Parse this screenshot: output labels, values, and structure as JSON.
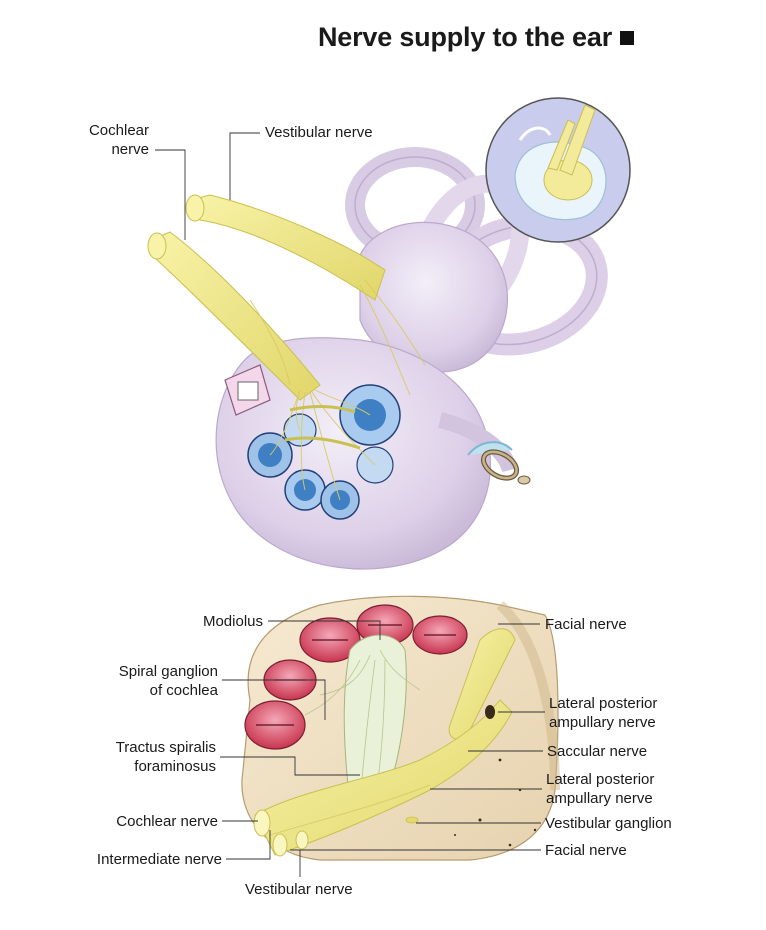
{
  "title": "Nerve supply to the ear",
  "colors": {
    "nerve": "#f2ec8a",
    "nerve_dark": "#c9c052",
    "labyrinth": "#e3d8ec",
    "labyrinth_shade": "#c7b6d6",
    "inset_bg": "#c9ccec",
    "bone": "#f1e3c8",
    "cochlea_red": "#d0435f",
    "accent_blue": "#3f7fc4"
  },
  "upper": {
    "cochlear_nerve": [
      "Cochlear",
      "nerve"
    ],
    "vestibular_nerve": "Vestibular nerve"
  },
  "lower": {
    "modiolus": "Modiolus",
    "spiral_ganglion": [
      "Spiral ganglion",
      "of cochlea"
    ],
    "tractus": [
      "Tractus spiralis",
      "foraminosus"
    ],
    "cochlear_nerve": "Cochlear nerve",
    "intermediate_nerve": "Intermediate nerve",
    "vestibular_nerve": "Vestibular nerve",
    "facial_nerve_top": "Facial nerve",
    "lat_post_amp_1": [
      "Lateral posterior",
      "ampullary nerve"
    ],
    "saccular_nerve": "Saccular nerve",
    "lat_post_amp_2": [
      "Lateral posterior",
      "ampullary nerve"
    ],
    "vestibular_ganglion": "Vestibular ganglion",
    "facial_nerve_bottom": "Facial nerve"
  }
}
